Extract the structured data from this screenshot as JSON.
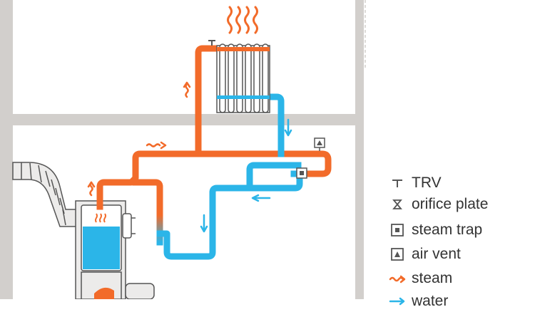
{
  "colors": {
    "steam": "#f26b2a",
    "water": "#2bb5e8",
    "wall": "#d2cfcc",
    "outline": "#555555"
  },
  "legend": {
    "items": [
      {
        "icon": "trv-icon",
        "label": "TRV"
      },
      {
        "icon": "orifice-plate-icon",
        "label": "orifice plate"
      },
      {
        "icon": "steam-trap-icon",
        "label": "steam trap"
      },
      {
        "icon": "air-vent-icon",
        "label": "air vent"
      },
      {
        "icon": "steam-arrow-icon",
        "label": "steam"
      },
      {
        "icon": "water-arrow-icon",
        "label": "water"
      }
    ]
  }
}
